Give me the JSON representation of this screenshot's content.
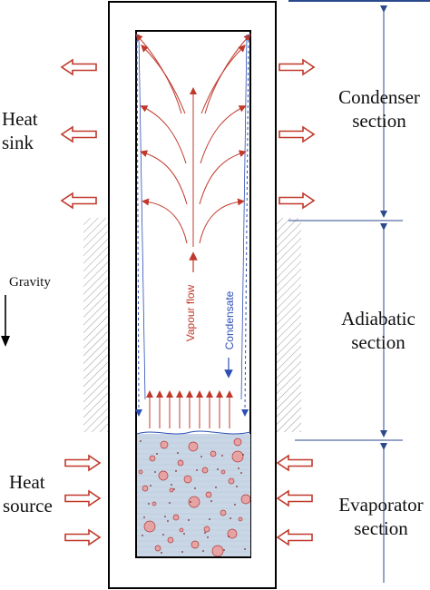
{
  "labels": {
    "heat_sink": [
      "Heat",
      "sink"
    ],
    "heat_source": [
      "Heat",
      "source"
    ],
    "condenser_section": [
      "Condenser",
      "section"
    ],
    "adiabatic_section": [
      "Adiabatic",
      "section"
    ],
    "evaporator_section": [
      "Evaporator",
      "section"
    ],
    "gravity": "Gravity",
    "vapour_flow": "Vapour flow",
    "condensate": "Condensate"
  },
  "colors": {
    "arrow_red": "#c0392b",
    "condensate_blue": "#2c4fb5",
    "liquid_fill": "#c9d6e6",
    "bubble_fill": "#e6a3a3",
    "divider_blue": "#2b4a8c",
    "wall": "#000000"
  }
}
